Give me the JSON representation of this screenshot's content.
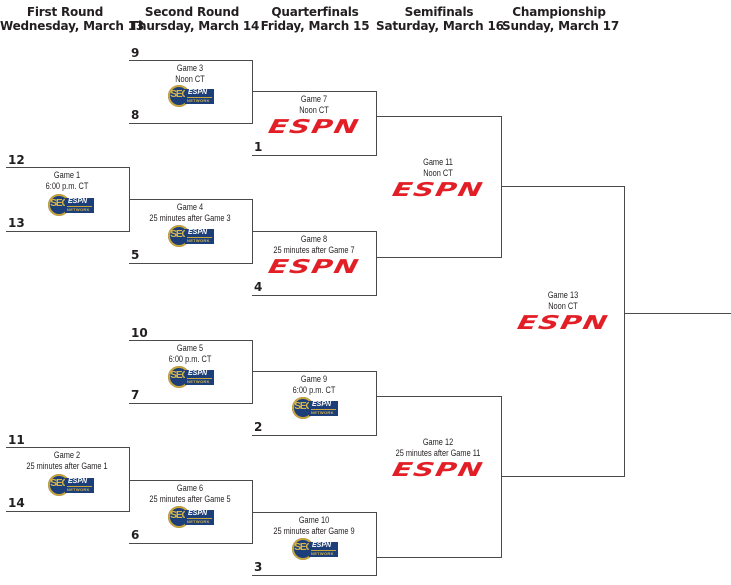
{
  "rounds": [
    {
      "name": "First Round",
      "date": "Wednesday, March 13"
    },
    {
      "name": "Second Round",
      "date": "Thursday, March 14"
    },
    {
      "name": "Quarterfinals",
      "date": "Friday, March 15"
    },
    {
      "name": "Semifinals",
      "date": "Saturday, March 16"
    },
    {
      "name": "Championship",
      "date": "Sunday, March 17"
    }
  ],
  "networks": {
    "espn": {
      "label": "ESPN",
      "icon": "espn-logo",
      "color": "#e21f26"
    },
    "secn": {
      "label_big": "SEC",
      "label_small": "ESPN",
      "label_sub": "NETWORK",
      "icon": "sec-network-logo",
      "color": "#1d3f79",
      "accent": "#c9a43a"
    }
  },
  "games": {
    "g1": {
      "title": "Game 1",
      "time": "6:00 p.m. CT",
      "network": "secn",
      "top_seed": "12",
      "bottom_seed": "13"
    },
    "g2": {
      "title": "Game 2",
      "time": "25 minutes after Game 1",
      "network": "secn",
      "top_seed": "11",
      "bottom_seed": "14"
    },
    "g3": {
      "title": "Game 3",
      "time": "Noon CT",
      "network": "secn",
      "top_seed": "9",
      "bottom_seed": "8"
    },
    "g4": {
      "title": "Game 4",
      "time": "25 minutes after Game 3",
      "network": "secn",
      "bottom_seed": "5"
    },
    "g5": {
      "title": "Game 5",
      "time": "6:00 p.m. CT",
      "network": "secn",
      "top_seed": "10",
      "bottom_seed": "7"
    },
    "g6": {
      "title": "Game 6",
      "time": "25 minutes after Game 5",
      "network": "secn",
      "bottom_seed": "6"
    },
    "g7": {
      "title": "Game 7",
      "time": "Noon CT",
      "network": "espn",
      "bottom_seed": "1"
    },
    "g8": {
      "title": "Game 8",
      "time": "25 minutes after Game 7",
      "network": "espn",
      "bottom_seed": "4"
    },
    "g9": {
      "title": "Game 9",
      "time": "6:00 p.m. CT",
      "network": "secn",
      "bottom_seed": "2"
    },
    "g10": {
      "title": "Game 10",
      "time": "25 minutes after Game 9",
      "network": "secn",
      "bottom_seed": "3"
    },
    "g11": {
      "title": "Game 11",
      "time": "Noon CT",
      "network": "espn"
    },
    "g12": {
      "title": "Game 12",
      "time": "25 minutes after Game 11",
      "network": "espn"
    },
    "g13": {
      "title": "Game 13",
      "time": "Noon CT",
      "network": "espn"
    }
  }
}
